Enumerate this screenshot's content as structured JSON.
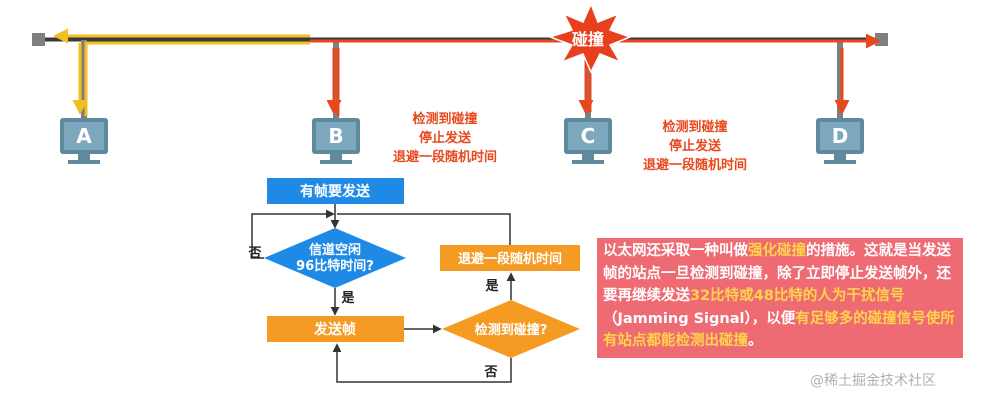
{
  "collision_label": "碰撞",
  "stations": [
    {
      "id": "station-a",
      "label": "A"
    },
    {
      "id": "station-b",
      "label": "B"
    },
    {
      "id": "station-c",
      "label": "C"
    },
    {
      "id": "station-d",
      "label": "D"
    }
  ],
  "annotation_b": [
    "检测到碰撞",
    "停止发送",
    "退避一段随机时间"
  ],
  "annotation_c": [
    "检测到碰撞",
    "停止发送",
    "退避一段随机时间"
  ],
  "flowchart": {
    "start": "有帧要发送",
    "decision_channel": [
      "信道空闲",
      "96比特时间?"
    ],
    "no_label_left": "否",
    "yes_label_channel": "是",
    "send": "发送帧",
    "decision_collision": "检测到碰撞?",
    "yes_label_collision": "是",
    "no_label_bottom": "否",
    "backoff": "退避一段随机时间"
  },
  "info": {
    "p1": "以太网还采取一种叫做",
    "h1": "强化碰撞",
    "p2": "的措施。这就是当发送帧的站点一旦检测到碰撞，除了立即停止发送帧外，还要再继续发送",
    "h2": "32比特或48比特的人为干扰信号",
    "p3": "（Jamming Signal），以便",
    "h3": "有足够多的碰撞信号使所有站点都能检测出碰撞",
    "p4": "。"
  },
  "watermark": "@稀土掘金技术社区",
  "colors": {
    "bus": "#3a3a3a",
    "signal_a": "#f0c020",
    "signal_b": "#e8481c",
    "station": "#5f8a9e",
    "flow_box": "#1e8ae6",
    "flow_orange": "#f59a23",
    "info_bg": "#ee6b73"
  }
}
